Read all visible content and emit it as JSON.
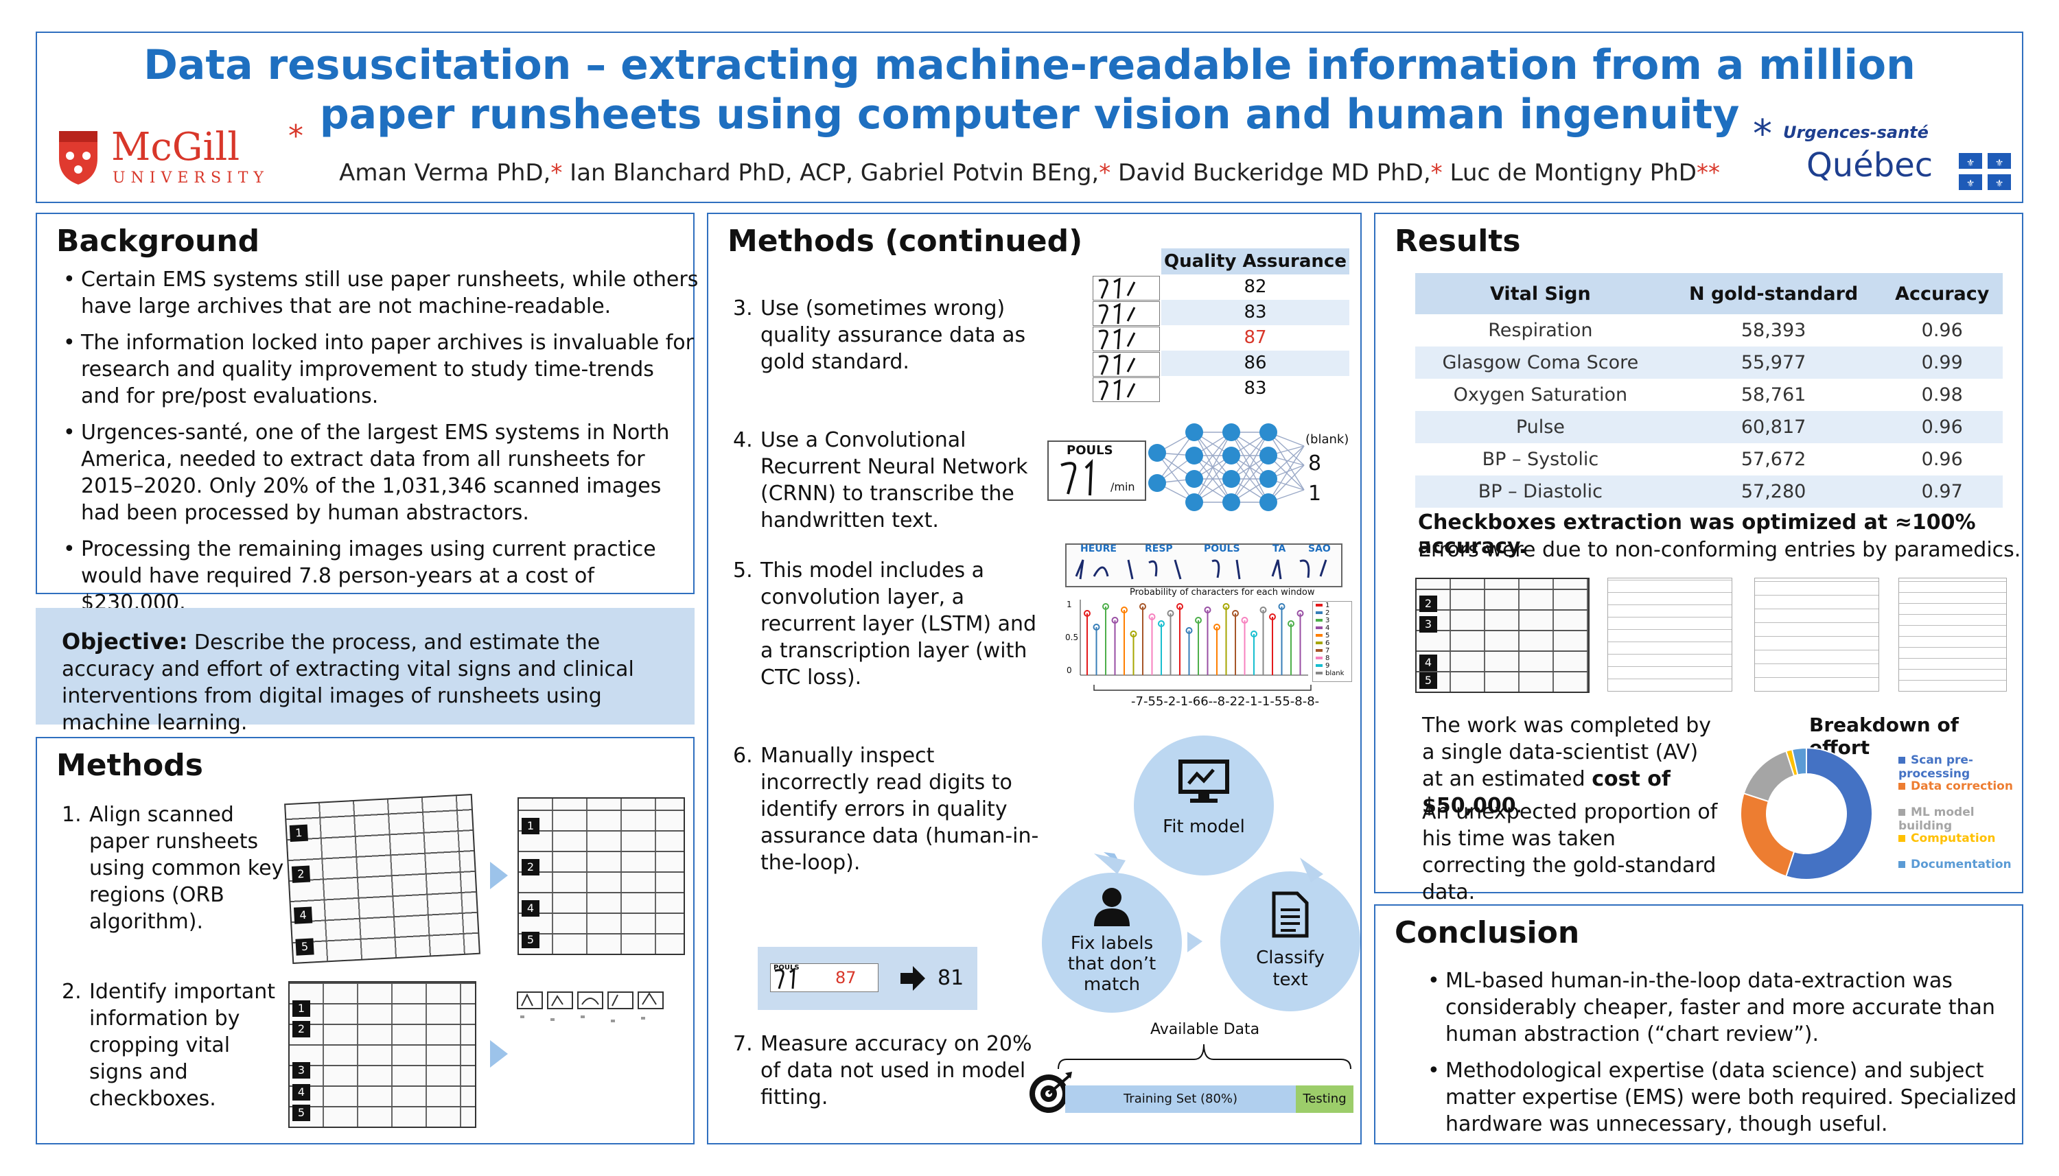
{
  "header": {
    "title_line1": "Data resuscitation – extracting machine-readable information from a million",
    "title_line2": "paper runsheets using computer vision and human ingenuity",
    "authors": [
      {
        "name": "Aman Verma PhD,",
        "mark": "*"
      },
      {
        "name": "Ian Blanchard PhD, ACP, Gabriel Potvin BEng,",
        "mark": "*"
      },
      {
        "name": "David Buckeridge MD PhD,",
        "mark": "*"
      },
      {
        "name": "Luc de Montigny PhD",
        "mark": "**"
      }
    ],
    "left_logo": {
      "name": "McGill",
      "sub": "UNIVERSITY",
      "mark": "*"
    },
    "right_logo": {
      "top": "Urgences-santé",
      "main": "Québec",
      "mark": "*"
    }
  },
  "background": {
    "title": "Background",
    "bullets": [
      "Certain EMS systems still use paper runsheets, while others have large archives that are not machine-readable.",
      "The information locked into paper archives is invaluable for research and quality improvement to study time-trends and for pre/post evaluations.",
      "Urgences-santé, one of the largest EMS systems in North America, needed to extract data from all runsheets for 2015–2020. Only 20% of the 1,031,346 scanned images had been processed by human abstractors.",
      "Processing the remaining images using current practice would have required 7.8 person-years at a cost of $230,000."
    ]
  },
  "objective": {
    "label": "Objective:",
    "text": "Describe the process, and estimate the accuracy and effort of extracting vital signs and clinical interventions from digital images of runsheets using machine learning."
  },
  "methods": {
    "title": "Methods",
    "steps": [
      {
        "n": "1.",
        "text": "Align scanned paper runsheets using common key regions (ORB algorithm)."
      },
      {
        "n": "2.",
        "text": "Identify important information by cropping vital signs and checkboxes."
      }
    ]
  },
  "methods_cont": {
    "title": "Methods (continued)",
    "steps": [
      {
        "n": "3.",
        "text": "Use (sometimes wrong) quality assurance data as gold standard."
      },
      {
        "n": "4.",
        "text": "Use a Convolutional Recurrent Neural Network (CRNN) to transcribe the handwritten text."
      },
      {
        "n": "5.",
        "text": "This model includes a convolution layer, a recurrent layer (LSTM) and a transcription layer (with CTC loss)."
      },
      {
        "n": "6.",
        "text": "Manually inspect incorrectly read digits to identify errors in quality assurance data (human-in-the-loop)."
      },
      {
        "n": "7.",
        "text": "Measure accuracy on 20% of data not used in model fitting."
      }
    ],
    "qa": {
      "header": "Quality Assurance",
      "values": [
        "82",
        "83",
        "87",
        "86",
        "83"
      ],
      "wrong_index": 2,
      "sheet_label": "POULS"
    },
    "nn": {
      "label_in": "POULS",
      "unit": "/min",
      "outputs": [
        "(blank)",
        "8",
        "1"
      ]
    },
    "ctc": {
      "headers": [
        "HEURE",
        "RESP",
        "POULS",
        "TA",
        "SAO"
      ],
      "plot_title": "Probability of characters for each window",
      "y_ticks": [
        "1",
        "0.5",
        "0"
      ],
      "legend": [
        "1",
        "2",
        "3",
        "4",
        "5",
        "6",
        "7",
        "8",
        "9",
        "blank"
      ],
      "sequence": "-7-55-2-1-66--8-22-1-1-55-8-8-"
    },
    "correction": {
      "read": "87",
      "corrected": "81",
      "sheet_label": "POULS"
    },
    "cycle": {
      "top": "Fit model",
      "right": "Classify text",
      "left": "Fix labels that don’t match"
    },
    "split": {
      "caption": "Available Data",
      "train": "Training Set (80%)",
      "test": "Testing",
      "train_fraction": 0.8
    }
  },
  "results": {
    "title": "Results",
    "table": {
      "headers": [
        "Vital Sign",
        "N gold-standard",
        "Accuracy"
      ],
      "rows": [
        [
          "Respiration",
          "58,393",
          "0.96"
        ],
        [
          "Glasgow Coma Score",
          "55,977",
          "0.99"
        ],
        [
          "Oxygen Saturation",
          "58,761",
          "0.98"
        ],
        [
          "Pulse",
          "60,817",
          "0.96"
        ],
        [
          "BP – Systolic",
          "57,672",
          "0.96"
        ],
        [
          "BP – Diastolic",
          "57,280",
          "0.97"
        ]
      ]
    },
    "checkbox_bold": "Checkboxes extraction was optimized at ≈100% accuracy.",
    "checkbox_note": "Errors were due to non-conforming entries by paramedics.",
    "effort_text_1a": "The work was completed by a single data-scientist (AV) at an estimated ",
    "effort_text_1b": "cost of $50,000",
    "effort_text_1c": ".",
    "effort_text_2": "An unexpected proportion of his time was taken correcting the gold-standard data.",
    "chart_data": {
      "type": "pie",
      "title": "Breakdown of effort",
      "categories": [
        "Scan pre-processing",
        "Data correction",
        "ML model building",
        "Computation",
        "Documentation"
      ],
      "values": [
        55,
        25,
        15,
        1.5,
        3.5
      ],
      "colors": [
        "#4472c4",
        "#ed7d31",
        "#a5a5a5",
        "#ffc000",
        "#5b9bd5"
      ],
      "legend": "right"
    }
  },
  "conclusion": {
    "title": "Conclusion",
    "bullets": [
      "ML-based human-in-the-loop data-extraction was considerably cheaper, faster and more accurate than human abstraction (“chart review”).",
      "Methodological expertise (data science) and subject matter expertise (EMS) were both required. Specialized hardware was unnecessary, though useful."
    ]
  },
  "colors": {
    "title_blue": "#1e6fc0",
    "panel_border": "#2f6fbf",
    "objective_bg": "#c9dcf0",
    "table_header": "#c9dcf0",
    "accent_red": "#d8372a"
  }
}
